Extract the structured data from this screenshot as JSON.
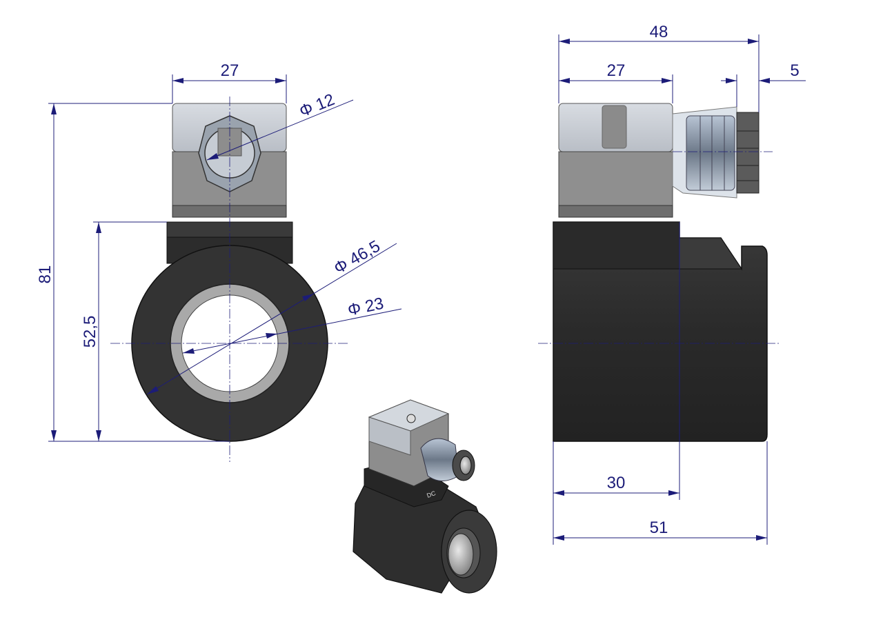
{
  "drawing": {
    "front_view": {
      "width_connector": "27",
      "diameter_gland": "Φ 12",
      "height_total": "81",
      "height_coil": "52,5",
      "diameter_outer": "Φ 46,5",
      "diameter_bore": "Φ 23"
    },
    "side_view": {
      "width_total": "48",
      "width_connector": "27",
      "nut_width": "5",
      "connector_offset": "30",
      "length_coil": "51"
    },
    "iso_view": {
      "marking": "DC"
    },
    "colors": {
      "dimension": "#1c1c78",
      "coil": "#2e2e2e",
      "connector_top": "#c9cdd3",
      "connector_base": "#8f8f8f"
    }
  }
}
